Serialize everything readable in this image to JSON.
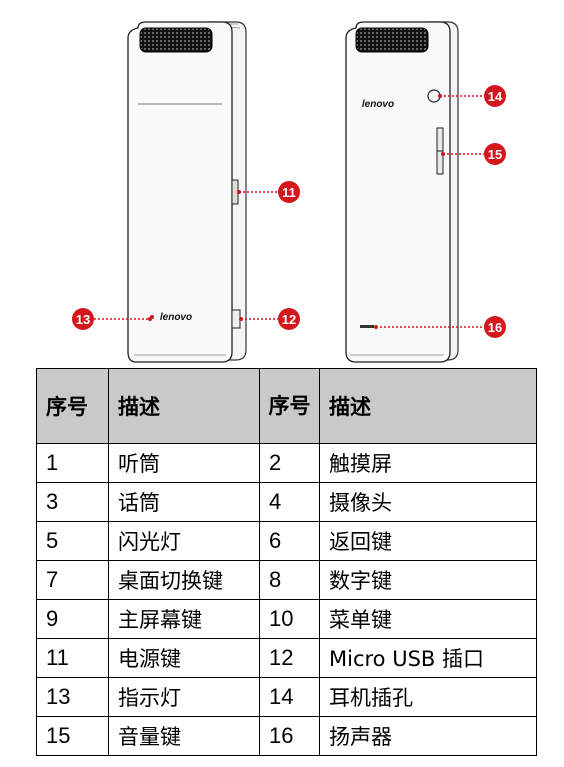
{
  "figure": {
    "left_phone_brand": "lenovo",
    "right_phone_brand": "lenovo",
    "callouts": [
      "11",
      "12",
      "13",
      "14",
      "15",
      "16"
    ],
    "callout_color": "#d4161d"
  },
  "table": {
    "headers": [
      "序号",
      "描述",
      "序号",
      "描述"
    ],
    "rows": [
      [
        "1",
        "听筒",
        "2",
        "触摸屏"
      ],
      [
        "3",
        "话筒",
        "4",
        "摄像头"
      ],
      [
        "5",
        "闪光灯",
        "6",
        "返回键"
      ],
      [
        "7",
        "桌面切换键",
        "8",
        "数字键"
      ],
      [
        "9",
        "主屏幕键",
        "10",
        "菜单键"
      ],
      [
        "11",
        "电源键",
        "12",
        "Micro USB 插口"
      ],
      [
        "13",
        "指示灯",
        "14",
        "耳机插孔"
      ],
      [
        "15",
        "音量键",
        "16",
        "扬声器"
      ]
    ]
  }
}
